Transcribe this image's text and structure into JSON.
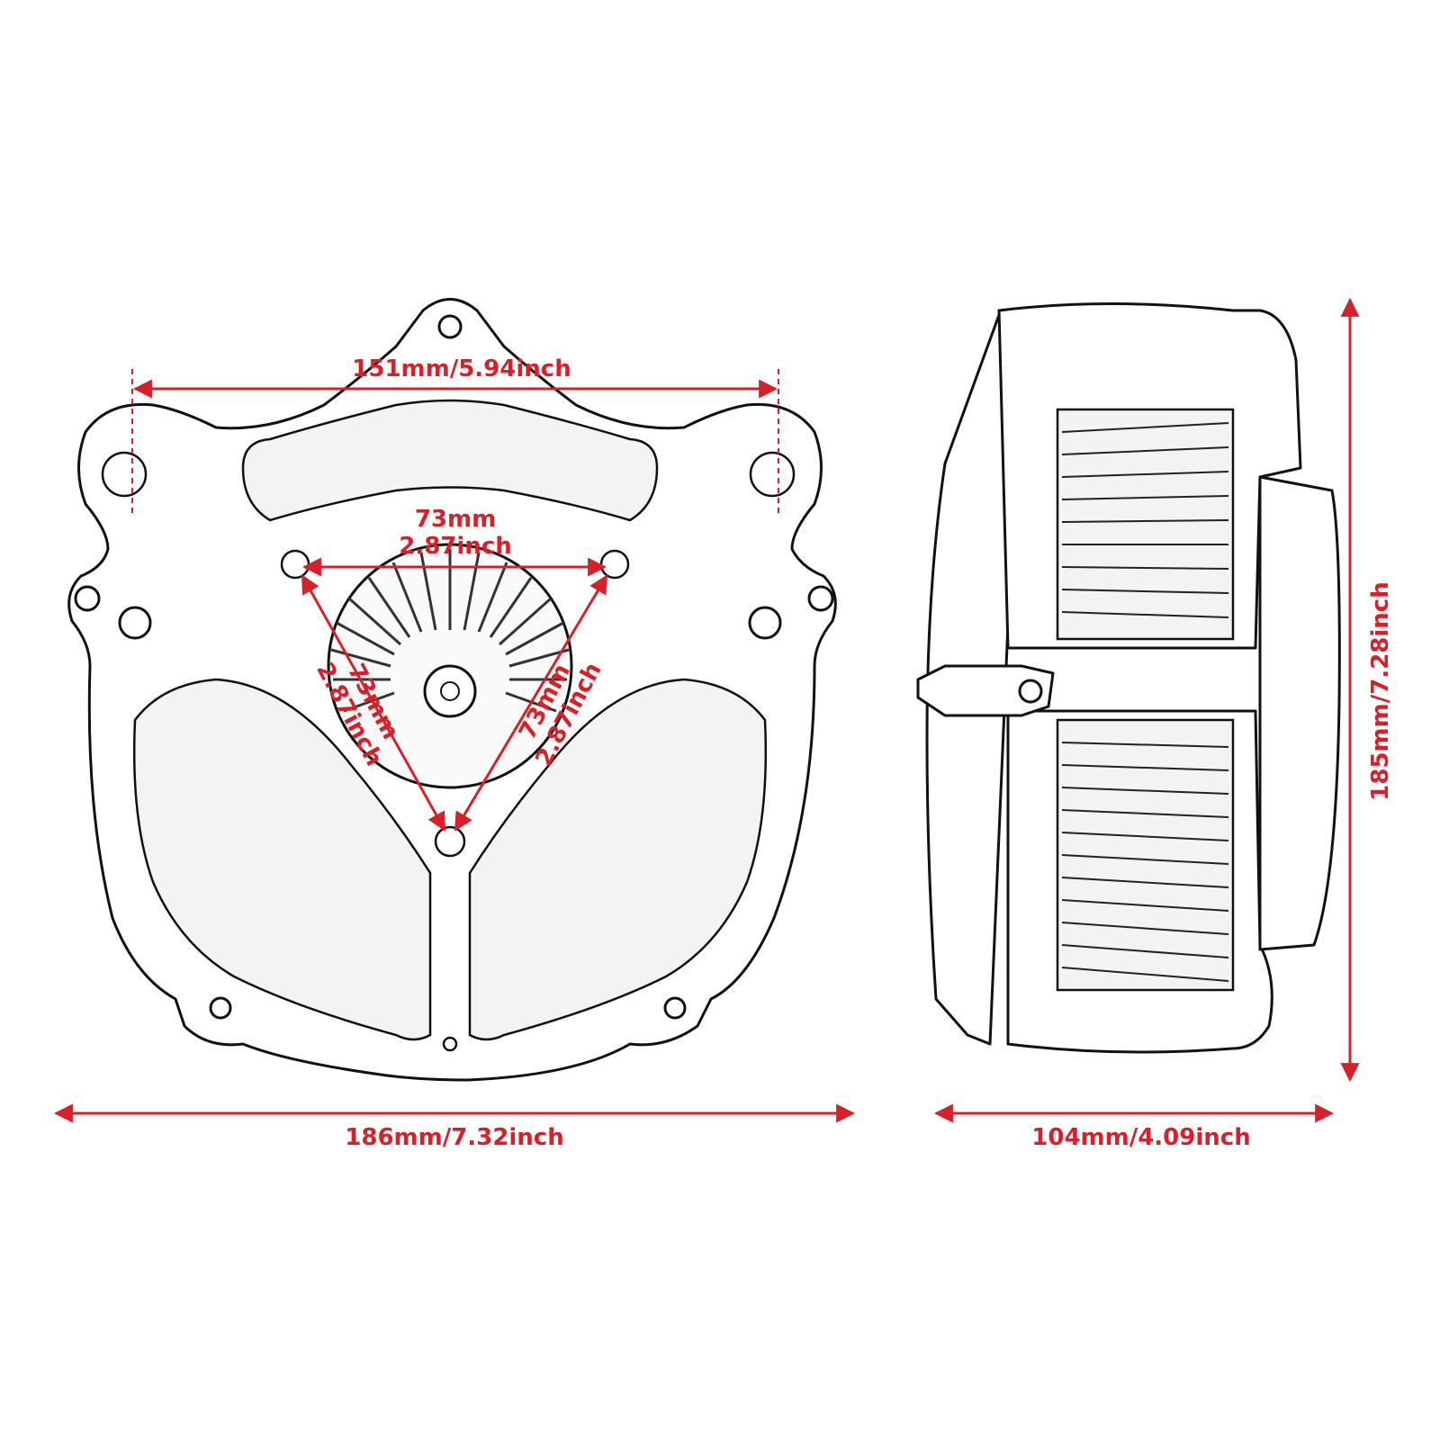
{
  "colors": {
    "dimension": "#d8202a",
    "outline": "#111111",
    "background": "#ffffff"
  },
  "front_view": {
    "mount_width": "151mm/5.94inch",
    "overall_width": "186mm/7.32inch",
    "triangle_top": {
      "mm": "73mm",
      "inch": "2.87inch"
    },
    "triangle_left": {
      "mm": "73mm",
      "inch": "2.87inch"
    },
    "triangle_right": {
      "mm": "73mm",
      "inch": "2.87inch"
    }
  },
  "side_view": {
    "depth": "104mm/4.09inch",
    "height": "185mm/7.28inch"
  }
}
